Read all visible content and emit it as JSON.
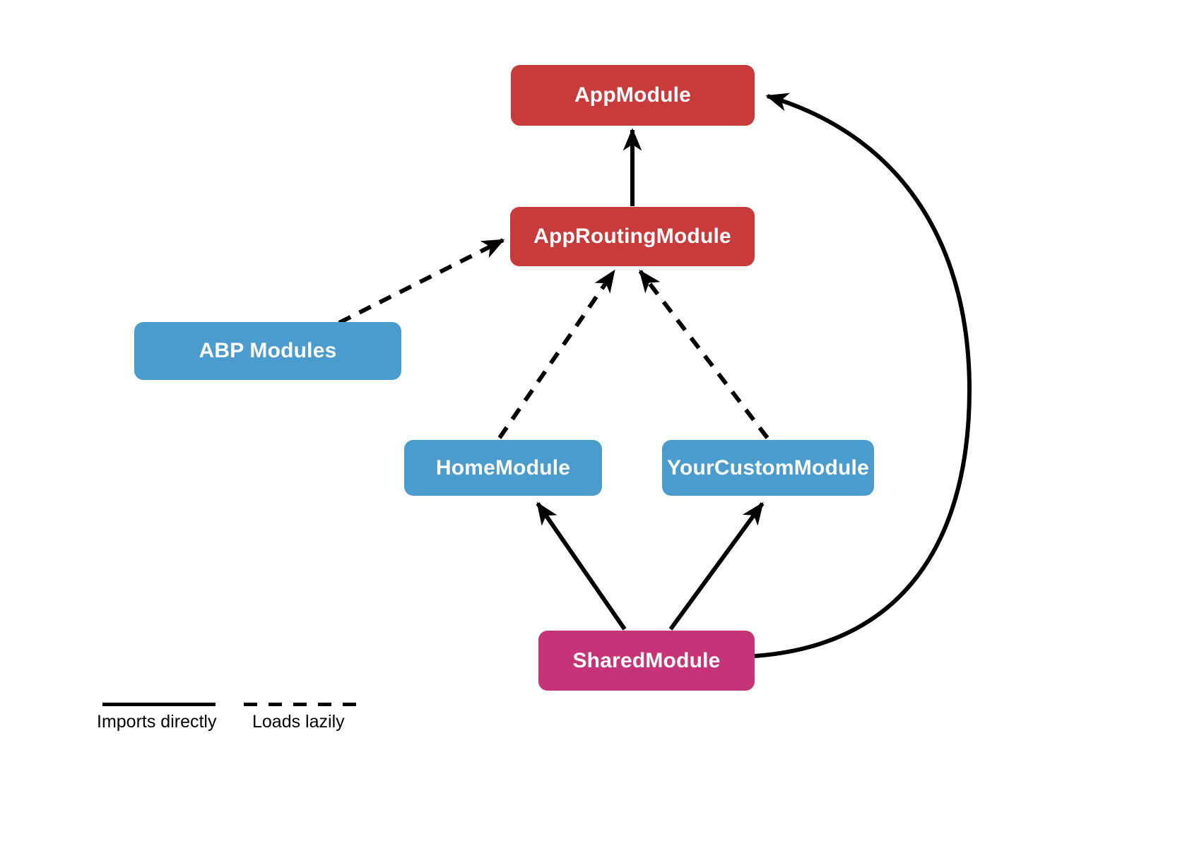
{
  "diagram": {
    "type": "module-dependency-diagram",
    "nodes": [
      {
        "id": "app-module",
        "label": "AppModule",
        "color": "#c93a3a"
      },
      {
        "id": "app-routing-module",
        "label": "AppRoutingModule",
        "color": "#c93a3a"
      },
      {
        "id": "abp-modules",
        "label": "ABP Modules",
        "color": "#4a9ccf"
      },
      {
        "id": "home-module",
        "label": "HomeModule",
        "color": "#4a9ccf"
      },
      {
        "id": "your-custom-module",
        "label": "YourCustomModule",
        "color": "#4a9ccf"
      },
      {
        "id": "shared-module",
        "label": "SharedModule",
        "color": "#c73378"
      }
    ],
    "edges": [
      {
        "from": "AppRoutingModule",
        "to": "AppModule",
        "style": "solid",
        "relation": "Imports directly"
      },
      {
        "from": "ABP Modules",
        "to": "AppRoutingModule",
        "style": "dashed",
        "relation": "Loads lazily"
      },
      {
        "from": "HomeModule",
        "to": "AppRoutingModule",
        "style": "dashed",
        "relation": "Loads lazily"
      },
      {
        "from": "YourCustomModule",
        "to": "AppRoutingModule",
        "style": "dashed",
        "relation": "Loads lazily"
      },
      {
        "from": "SharedModule",
        "to": "HomeModule",
        "style": "solid",
        "relation": "Imports directly"
      },
      {
        "from": "SharedModule",
        "to": "YourCustomModule",
        "style": "solid",
        "relation": "Imports directly"
      },
      {
        "from": "SharedModule",
        "to": "AppModule",
        "style": "solid",
        "relation": "Imports directly"
      }
    ],
    "legend": [
      {
        "style": "solid",
        "label": "Imports directly"
      },
      {
        "style": "dashed",
        "label": "Loads lazily"
      }
    ],
    "colors": {
      "background": "#ffffff",
      "line": "#000000",
      "node_text": "#ffffff",
      "legend_text": "#000000"
    }
  }
}
